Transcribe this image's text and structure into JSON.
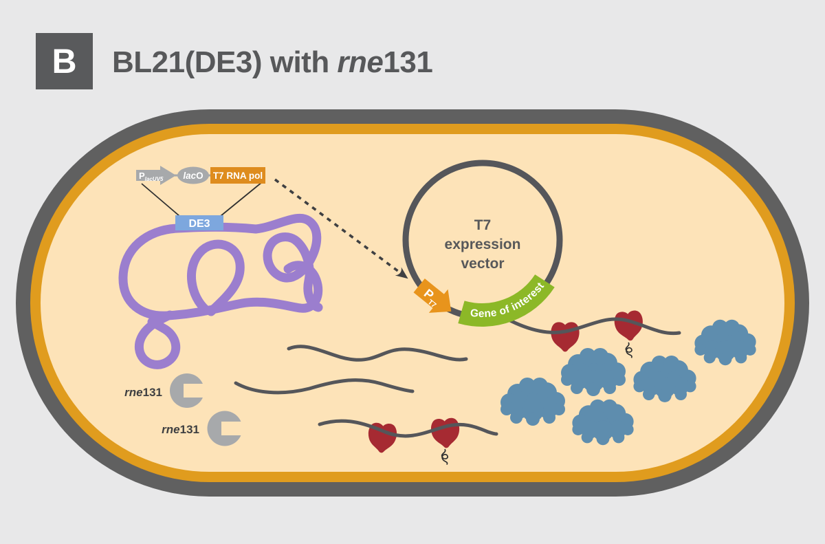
{
  "panel": {
    "letter": "B",
    "title": {
      "prefix": "BL21(DE3) with ",
      "italic": "rne",
      "suffix": "131"
    }
  },
  "chromosome": {
    "insert_label": "DE3"
  },
  "construct": {
    "promoter_main": "P",
    "promoter_sub": "lacUV5",
    "operator_italic": "lac",
    "operator_rest": "O",
    "gene_label": "T7 RNA pol"
  },
  "plasmid": {
    "label_line1": "T7",
    "label_line2": "expression",
    "label_line3": "vector",
    "promoter_main": "P",
    "promoter_sub": "T7",
    "gene_label": "Gene of interest"
  },
  "rnase": {
    "italic": "rne",
    "rest": "131"
  },
  "colors": {
    "background": "#e8e8e9",
    "panel_badge": "#595a5c",
    "title_text": "#57585a",
    "membrane_outer": "#606060",
    "membrane_middle": "#e09c1e",
    "cytoplasm": "#fde3b8",
    "chromosome_purple": "#9b7ece",
    "de3_box_blue": "#7da7de",
    "construct_gray": "#a7a9ab",
    "t7_gene_orange": "#de8c1e",
    "pt7_arrow_orange": "#e8941c",
    "gene_of_interest_green": "#8cb827",
    "dna_mrna_dark": "#55565a",
    "ribosome_red": "#a62a32",
    "protein_blue": "#5e8dae",
    "rnase_gray": "#a7a9ab",
    "label_dark": "#3e3f41"
  }
}
